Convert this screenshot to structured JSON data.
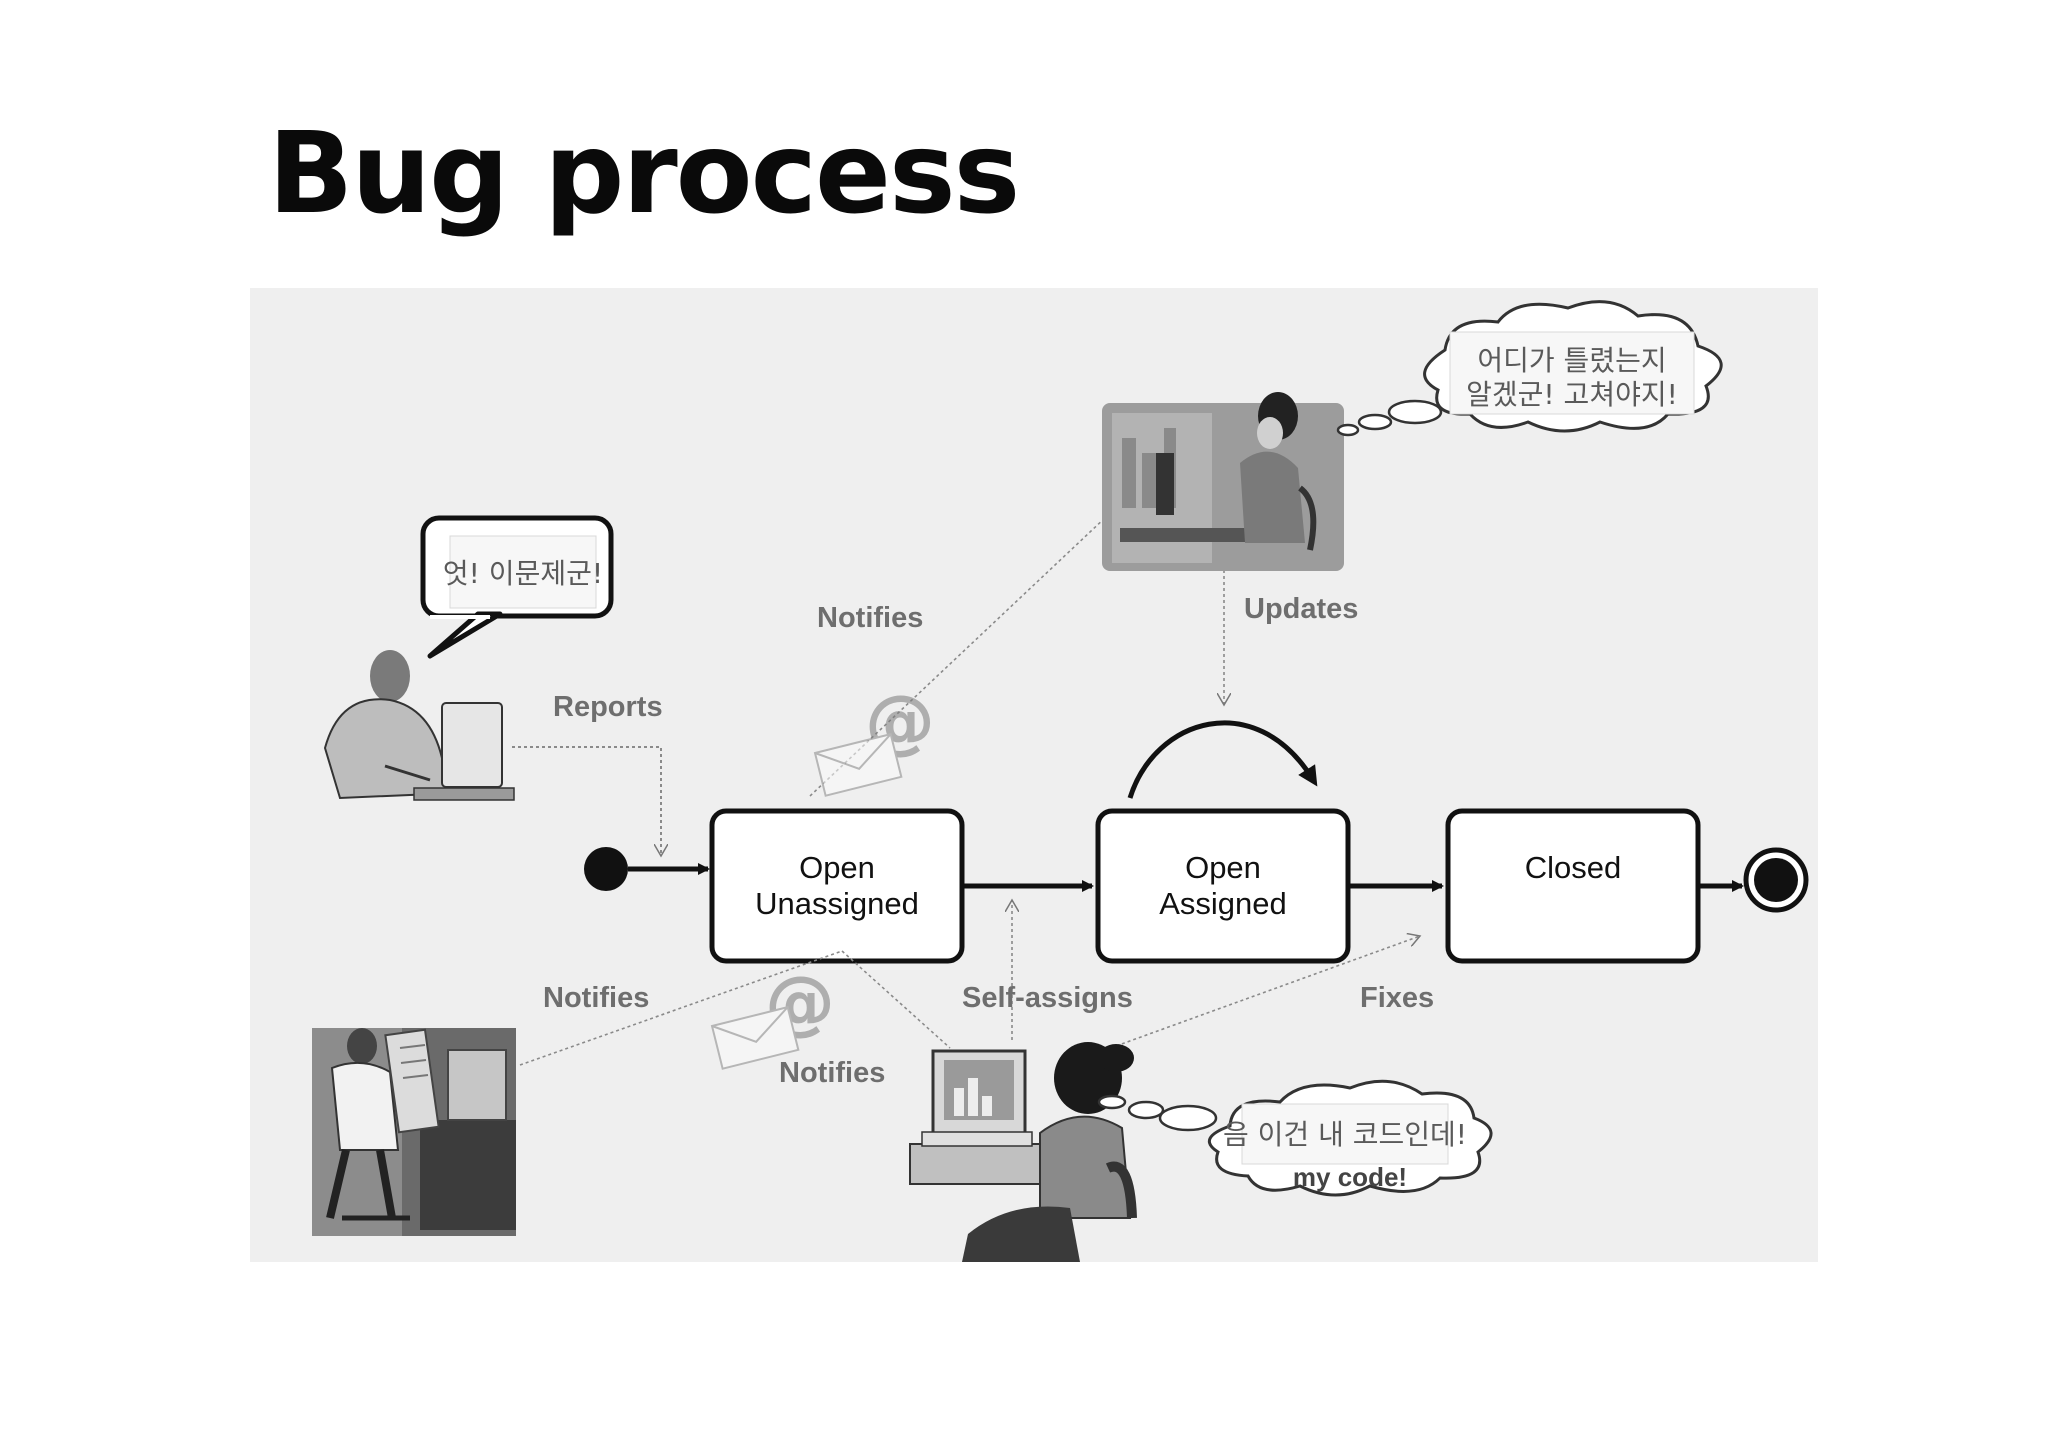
{
  "slide": {
    "title": "Bug process"
  },
  "states": {
    "open_unassigned": {
      "line1": "Open",
      "line2": "Unassigned"
    },
    "open_assigned": {
      "line1": "Open",
      "line2": "Assigned"
    },
    "closed": {
      "line1": "Closed"
    }
  },
  "edges": {
    "reports": "Reports",
    "notifies_top": "Notifies",
    "updates": "Updates",
    "notifies_left": "Notifies",
    "notifies_bottom": "Notifies",
    "self_assigns": "Self-assigns",
    "fixes": "Fixes"
  },
  "bubbles": {
    "reporter": "엇! 이문제군!",
    "assignee_line1": "어디가 틀렸는지",
    "assignee_line2": "알겠군! 고쳐야지!",
    "developer": "음 이건 내 코드인데!",
    "developer_hidden": "my code!"
  },
  "icons": [
    "reporter-person-icon",
    "manager-person-icon",
    "assignee-person-icon",
    "developer-person-icon",
    "email-at-icon"
  ],
  "colors": {
    "background": "#efefef",
    "state_stroke": "#111111",
    "edge_label": "#6e6e6e",
    "dotted": "#8a8a8a"
  }
}
